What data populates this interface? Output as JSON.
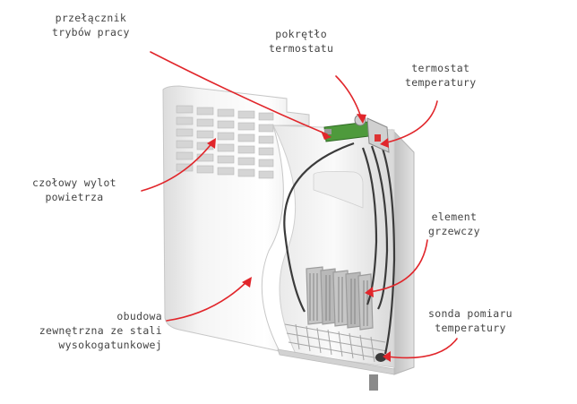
{
  "annotation_color": "#e1262b",
  "text_color": "#444444",
  "labels": {
    "mode_switch": {
      "line1": "przełącznik",
      "line2": "trybów pracy"
    },
    "thermostat_knob": {
      "line1": "pokrętło",
      "line2": "termostatu"
    },
    "thermostat": {
      "line1": "termostat",
      "line2": "temperatury"
    },
    "air_outlet": {
      "line1": "czołowy wylot",
      "line2": "powietrza"
    },
    "heating_element": {
      "line1": "element",
      "line2": "grzewczy"
    },
    "housing": {
      "line1": "obudowa",
      "line2": "zewnętrzna ze stali",
      "line3": "wysokogatunkowej"
    },
    "temp_probe": {
      "line1": "sonda pomiaru",
      "line2": "temperatury"
    }
  }
}
